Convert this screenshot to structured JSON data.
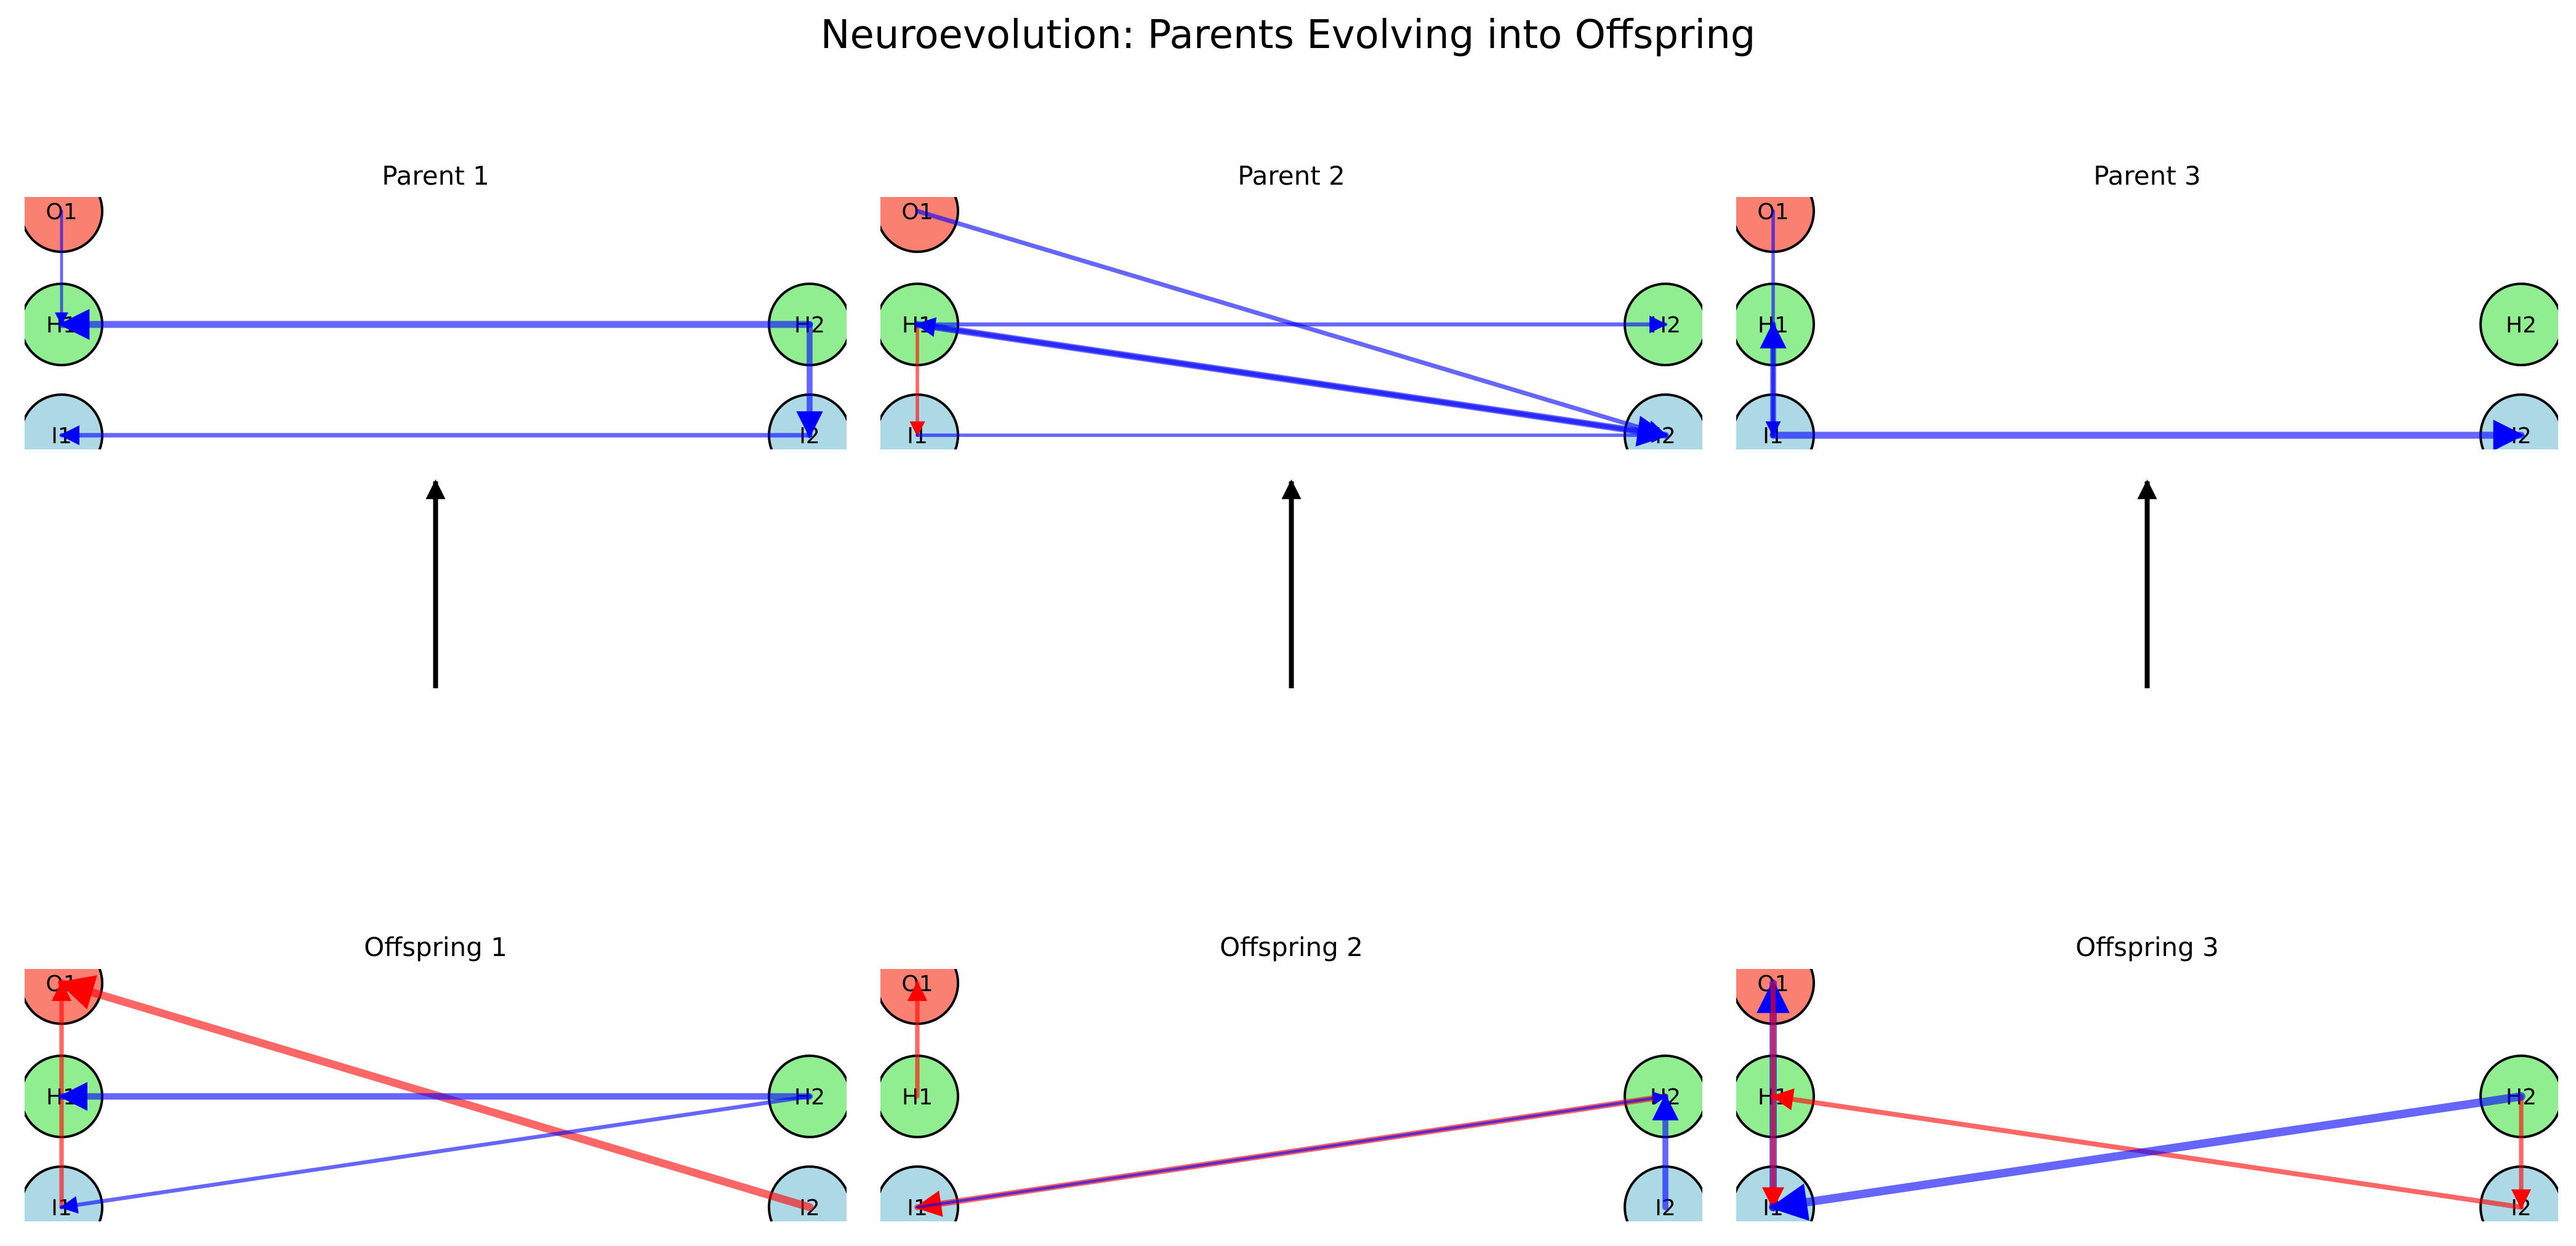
{
  "title": "Neuroevolution: Parents Evolving into Offspring",
  "colors": {
    "input": "#add8e6",
    "hidden": "#90ee90",
    "output": "#fa8072",
    "positive": "#0000ff",
    "negative": "#ff0000",
    "node_outline": "#000000",
    "evolve_arrow": "#000000"
  },
  "node_types": {
    "I1": "input",
    "I2": "input",
    "H1": "hidden",
    "H2": "hidden",
    "O1": "output"
  },
  "networks": [
    {
      "title": "Parent 1",
      "row": "parents",
      "column": 0,
      "nodes": [
        "O1",
        "H1",
        "H2",
        "I1",
        "I2"
      ],
      "edges": [
        {
          "from": "O1",
          "to": "H1",
          "sign": "positive",
          "weight": 0.6
        },
        {
          "from": "H2",
          "to": "H1",
          "sign": "positive",
          "weight": 1.4
        },
        {
          "from": "H2",
          "to": "I2",
          "sign": "positive",
          "weight": 1.2
        },
        {
          "from": "I2",
          "to": "I1",
          "sign": "positive",
          "weight": 0.9
        }
      ]
    },
    {
      "title": "Parent 2",
      "row": "parents",
      "column": 1,
      "nodes": [
        "O1",
        "H1",
        "H2",
        "I1",
        "I2"
      ],
      "edges": [
        {
          "from": "O1",
          "to": "I2",
          "sign": "positive",
          "weight": 0.9
        },
        {
          "from": "H1",
          "to": "H2",
          "sign": "positive",
          "weight": 0.8
        },
        {
          "from": "H1",
          "to": "I1",
          "sign": "negative",
          "weight": 0.7
        },
        {
          "from": "H1",
          "to": "I2",
          "sign": "positive",
          "weight": 1.4
        },
        {
          "from": "I2",
          "to": "H1",
          "sign": "positive",
          "weight": 0.9
        },
        {
          "from": "I1",
          "to": "I2",
          "sign": "positive",
          "weight": 0.7
        }
      ]
    },
    {
      "title": "Parent 3",
      "row": "parents",
      "column": 2,
      "nodes": [
        "O1",
        "H1",
        "H2",
        "I1",
        "I2"
      ],
      "edges": [
        {
          "from": "O1",
          "to": "I1",
          "sign": "positive",
          "weight": 0.7
        },
        {
          "from": "I1",
          "to": "H1",
          "sign": "positive",
          "weight": 1.2
        },
        {
          "from": "I1",
          "to": "I2",
          "sign": "positive",
          "weight": 1.4
        }
      ]
    },
    {
      "title": "Offspring 1",
      "row": "offspring",
      "column": 0,
      "nodes": [
        "O1",
        "H1",
        "H2",
        "I1",
        "I2"
      ],
      "edges": [
        {
          "from": "I1",
          "to": "O1",
          "sign": "negative",
          "weight": 0.9
        },
        {
          "from": "I2",
          "to": "O1",
          "sign": "negative",
          "weight": 1.6
        },
        {
          "from": "H2",
          "to": "H1",
          "sign": "positive",
          "weight": 1.3
        },
        {
          "from": "H2",
          "to": "I1",
          "sign": "positive",
          "weight": 0.8
        }
      ]
    },
    {
      "title": "Offspring 2",
      "row": "offspring",
      "column": 1,
      "nodes": [
        "O1",
        "H1",
        "H2",
        "I1",
        "I2"
      ],
      "edges": [
        {
          "from": "H1",
          "to": "O1",
          "sign": "negative",
          "weight": 0.9
        },
        {
          "from": "H2",
          "to": "I1",
          "sign": "negative",
          "weight": 1.2
        },
        {
          "from": "I1",
          "to": "H2",
          "sign": "positive",
          "weight": 0.6
        },
        {
          "from": "I2",
          "to": "H2",
          "sign": "positive",
          "weight": 1.2
        }
      ]
    },
    {
      "title": "Offspring 3",
      "row": "offspring",
      "column": 2,
      "nodes": [
        "O1",
        "H1",
        "H2",
        "I1",
        "I2"
      ],
      "edges": [
        {
          "from": "I1",
          "to": "O1",
          "sign": "positive",
          "weight": 1.5
        },
        {
          "from": "O1",
          "to": "I1",
          "sign": "negative",
          "weight": 1.0
        },
        {
          "from": "I2",
          "to": "H1",
          "sign": "negative",
          "weight": 1.0
        },
        {
          "from": "H2",
          "to": "I2",
          "sign": "negative",
          "weight": 0.9
        },
        {
          "from": "H2",
          "to": "I1",
          "sign": "positive",
          "weight": 1.7
        }
      ]
    }
  ],
  "evolution_links": [
    {
      "from": "Offspring 1",
      "to": "Parent 1"
    },
    {
      "from": "Offspring 2",
      "to": "Parent 2"
    },
    {
      "from": "Offspring 3",
      "to": "Parent 3"
    }
  ]
}
